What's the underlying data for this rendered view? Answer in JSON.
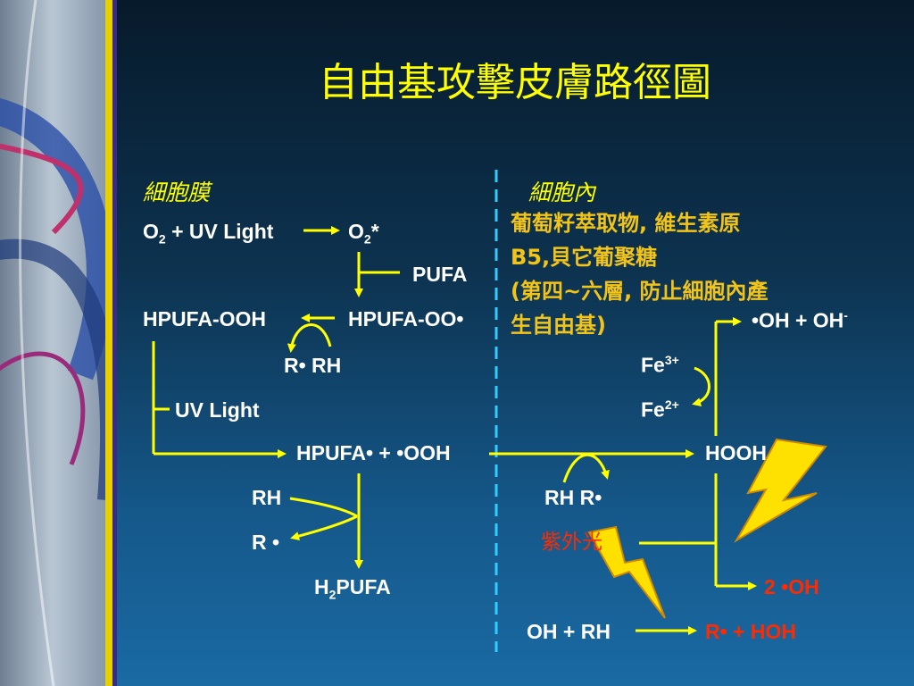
{
  "title": "自由基攻擊皮膚路徑圖",
  "left_header": "細胞膜",
  "right_header": "細胞內",
  "left": {
    "o2": "O",
    "o2_sub": "2",
    "uv_rest": " + UV Light",
    "o2s": "O",
    "o2s_sub": "2",
    "o2s_star": "*",
    "pufa": "PUFA",
    "hpufa_ooh": "HPUFA-OOH",
    "hpufa_oo": "HPUFA-OO•",
    "r_rh": "R•   RH",
    "uv_light": "UV Light",
    "hpufa_radical": "HPUFA• + •OOH",
    "rh": "RH",
    "r_dot": "R •",
    "h2": "H",
    "h2_sub": "2",
    "h2_pufa": "PUFA"
  },
  "right": {
    "note_lines": [
      "葡萄籽萃取物, 維生素原",
      "B5,貝它葡聚糖",
      "(第四~六層, 防止細胞內產",
      "生自由基)"
    ],
    "oh_pair": "•OH + OH",
    "oh_sup": "-",
    "fe3": "Fe",
    "fe3_sup": "3+",
    "fe2": "Fe",
    "fe2_sup": "2+",
    "hooh": "HOOH",
    "rh_r": "RH     R•",
    "uv_cn": "紫外光",
    "two_oh": "2 •OH",
    "oh_rh": "OH + RH",
    "r_hoh": "R• + HOH"
  },
  "colors": {
    "accent": "#ffff00",
    "label": "#ffffff",
    "highlight": "#ff2a00",
    "note": "#f3c418"
  },
  "icons": [
    "lightning-bolt-icon",
    "lightning-bolt-icon"
  ]
}
